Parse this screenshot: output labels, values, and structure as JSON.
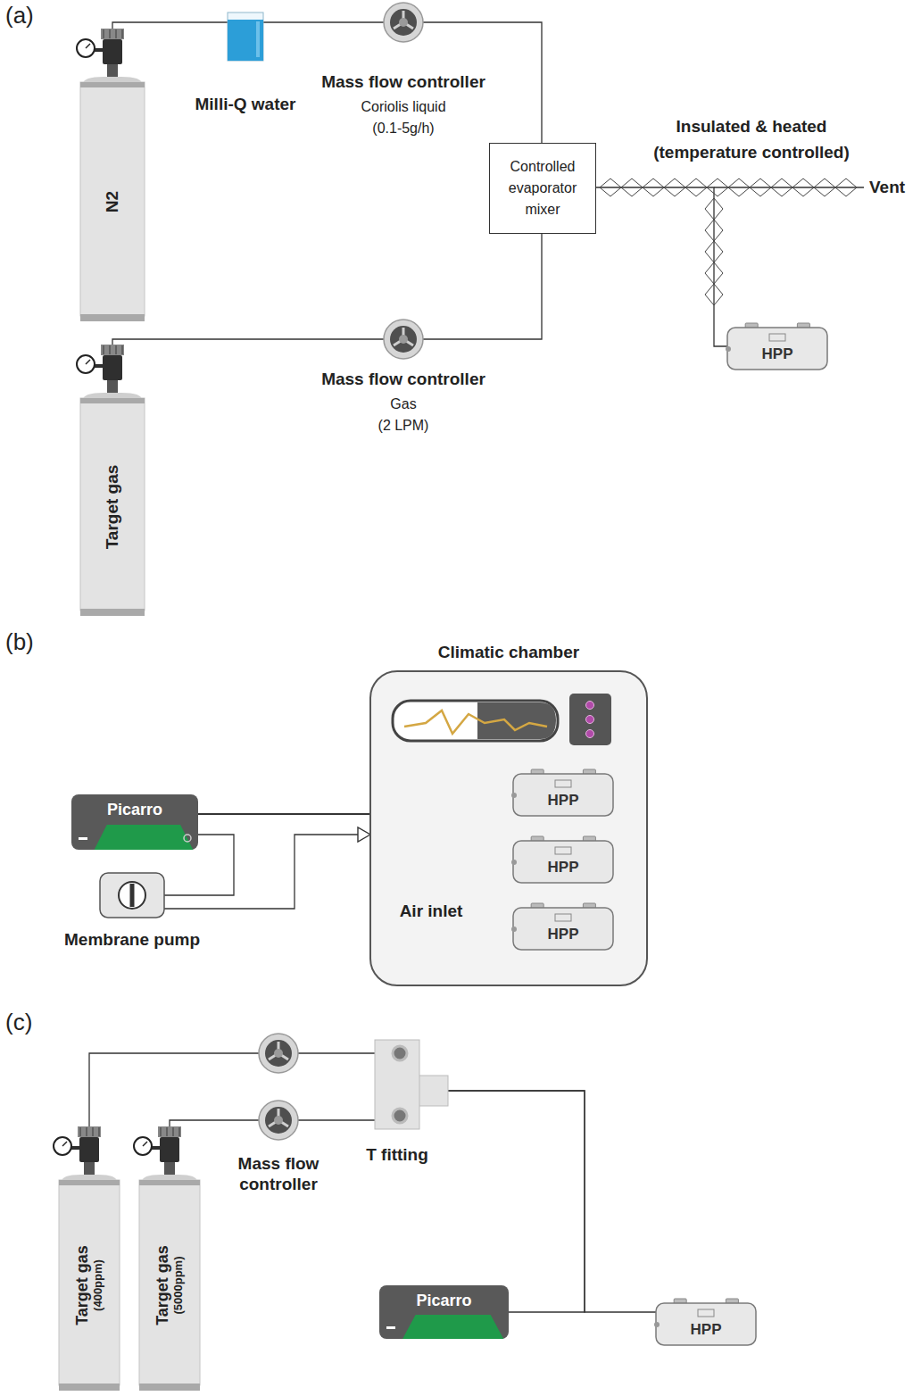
{
  "diagram": {
    "nodes": [
      {
        "text": [
          "N2"
        ]
      },
      {
        "text": [
          "Milli-Q water"
        ]
      },
      {
        "text": [
          "Mass flow controller",
          "Coriolis liquid",
          "(0.1-5g/h)"
        ]
      },
      {
        "text": [
          "Controlled evaporator mixer"
        ]
      },
      {
        "text": [
          "Mass flow controller",
          "Gas",
          "(2 LPM)"
        ]
      },
      {
        "text": [
          "Target gas"
        ]
      },
      {
        "text": [
          "HPP"
        ]
      },
      {
        "text": [
          "Climatic chamber"
        ]
      },
      {
        "text": [
          "HPP"
        ],
        "in": 7
      },
      {
        "text": [
          "HPP"
        ],
        "in": 7
      },
      {
        "text": [
          "HPP"
        ],
        "in": 7
      },
      {
        "text": [
          "Picarro"
        ]
      },
      {
        "text": [
          "Membrane pump"
        ]
      },
      {
        "text": [
          "Target gas",
          "(400ppm)"
        ]
      },
      {
        "text": [
          "Target gas",
          "(5000ppm)"
        ]
      },
      {
        "text": [
          "Mass flow controller"
        ]
      },
      {
        "text": [
          "T fitting"
        ]
      },
      {
        "text": [
          "Picarro"
        ]
      },
      {
        "text": [
          "HPP"
        ]
      }
    ],
    "edges": [
      {
        "from": 0,
        "to": 1,
        "arrow": "none"
      },
      {
        "from": 1,
        "to": 2,
        "arrow": "none"
      },
      {
        "from": 2,
        "to": 3,
        "arrow": "none"
      },
      {
        "from": 5,
        "to": 4,
        "arrow": "none"
      },
      {
        "from": 4,
        "to": 3,
        "arrow": "none"
      },
      {
        "from": 3,
        "to": 6,
        "arrow": "none"
      },
      {
        "from": 11,
        "to": 8,
        "arrow": "none"
      },
      {
        "from": 11,
        "to": 9,
        "arrow": "none"
      },
      {
        "from": 11,
        "to": 10,
        "arrow": "none"
      },
      {
        "from": 11,
        "to": 12,
        "arrow": "none"
      },
      {
        "from": 12,
        "to": 7,
        "arrow": "to"
      },
      {
        "from": 13,
        "to": 16,
        "arrow": "none"
      },
      {
        "from": 14,
        "to": 15,
        "arrow": "none"
      },
      {
        "from": 15,
        "to": 16,
        "arrow": "none"
      },
      {
        "from": 16,
        "to": 17,
        "arrow": "none"
      },
      {
        "from": 16,
        "to": 18,
        "arrow": "none"
      }
    ],
    "labels": [
      "(a)",
      "Insulated & heated (temperature controlled)",
      "Vent",
      "(b)",
      "Air inlet",
      "(c)"
    ]
  }
}
